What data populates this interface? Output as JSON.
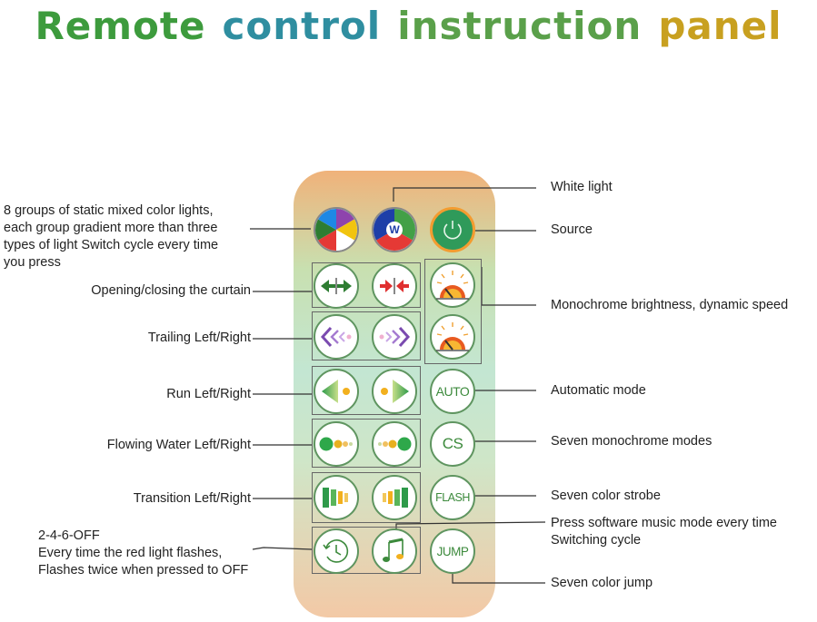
{
  "title": {
    "words": [
      {
        "text": "Remote",
        "color": "#3d9b3d"
      },
      {
        "text": "control",
        "color": "#2f8ea0"
      },
      {
        "text": "instruction",
        "color": "#5aa04a"
      },
      {
        "text": "panel",
        "color": "#c8a020"
      }
    ]
  },
  "buttons": {
    "white_letter": "W",
    "auto": "AUTO",
    "cs": "CS",
    "flash": "FLASH",
    "jump": "JUMP"
  },
  "labels": {
    "static_colors": [
      "8 groups of static mixed color lights,",
      "each group gradient more than three",
      "types of light Switch cycle every time",
      "you press"
    ],
    "curtain": "Opening/closing the curtain",
    "trailing": "Trailing Left/Right",
    "run": "Run Left/Right",
    "flowing": "Flowing Water Left/Right",
    "transition": "Transition Left/Right",
    "off": [
      "2-4-6-OFF",
      "Every time the red light flashes,",
      "Flashes twice when pressed to OFF"
    ],
    "white_light": "White light",
    "source": "Source",
    "brightness": "Monochrome brightness, dynamic speed",
    "auto_mode": "Automatic mode",
    "seven_mono": "Seven monochrome modes",
    "strobe": "Seven color strobe",
    "music": [
      "Press software music mode every time",
      "Switching cycle"
    ],
    "jump": "Seven color jump"
  },
  "colors": {
    "button_border": "#5f9560",
    "accent_green": "#3c8a3c",
    "arrow_red": "#e03030",
    "purple": "#7b4bb0"
  }
}
